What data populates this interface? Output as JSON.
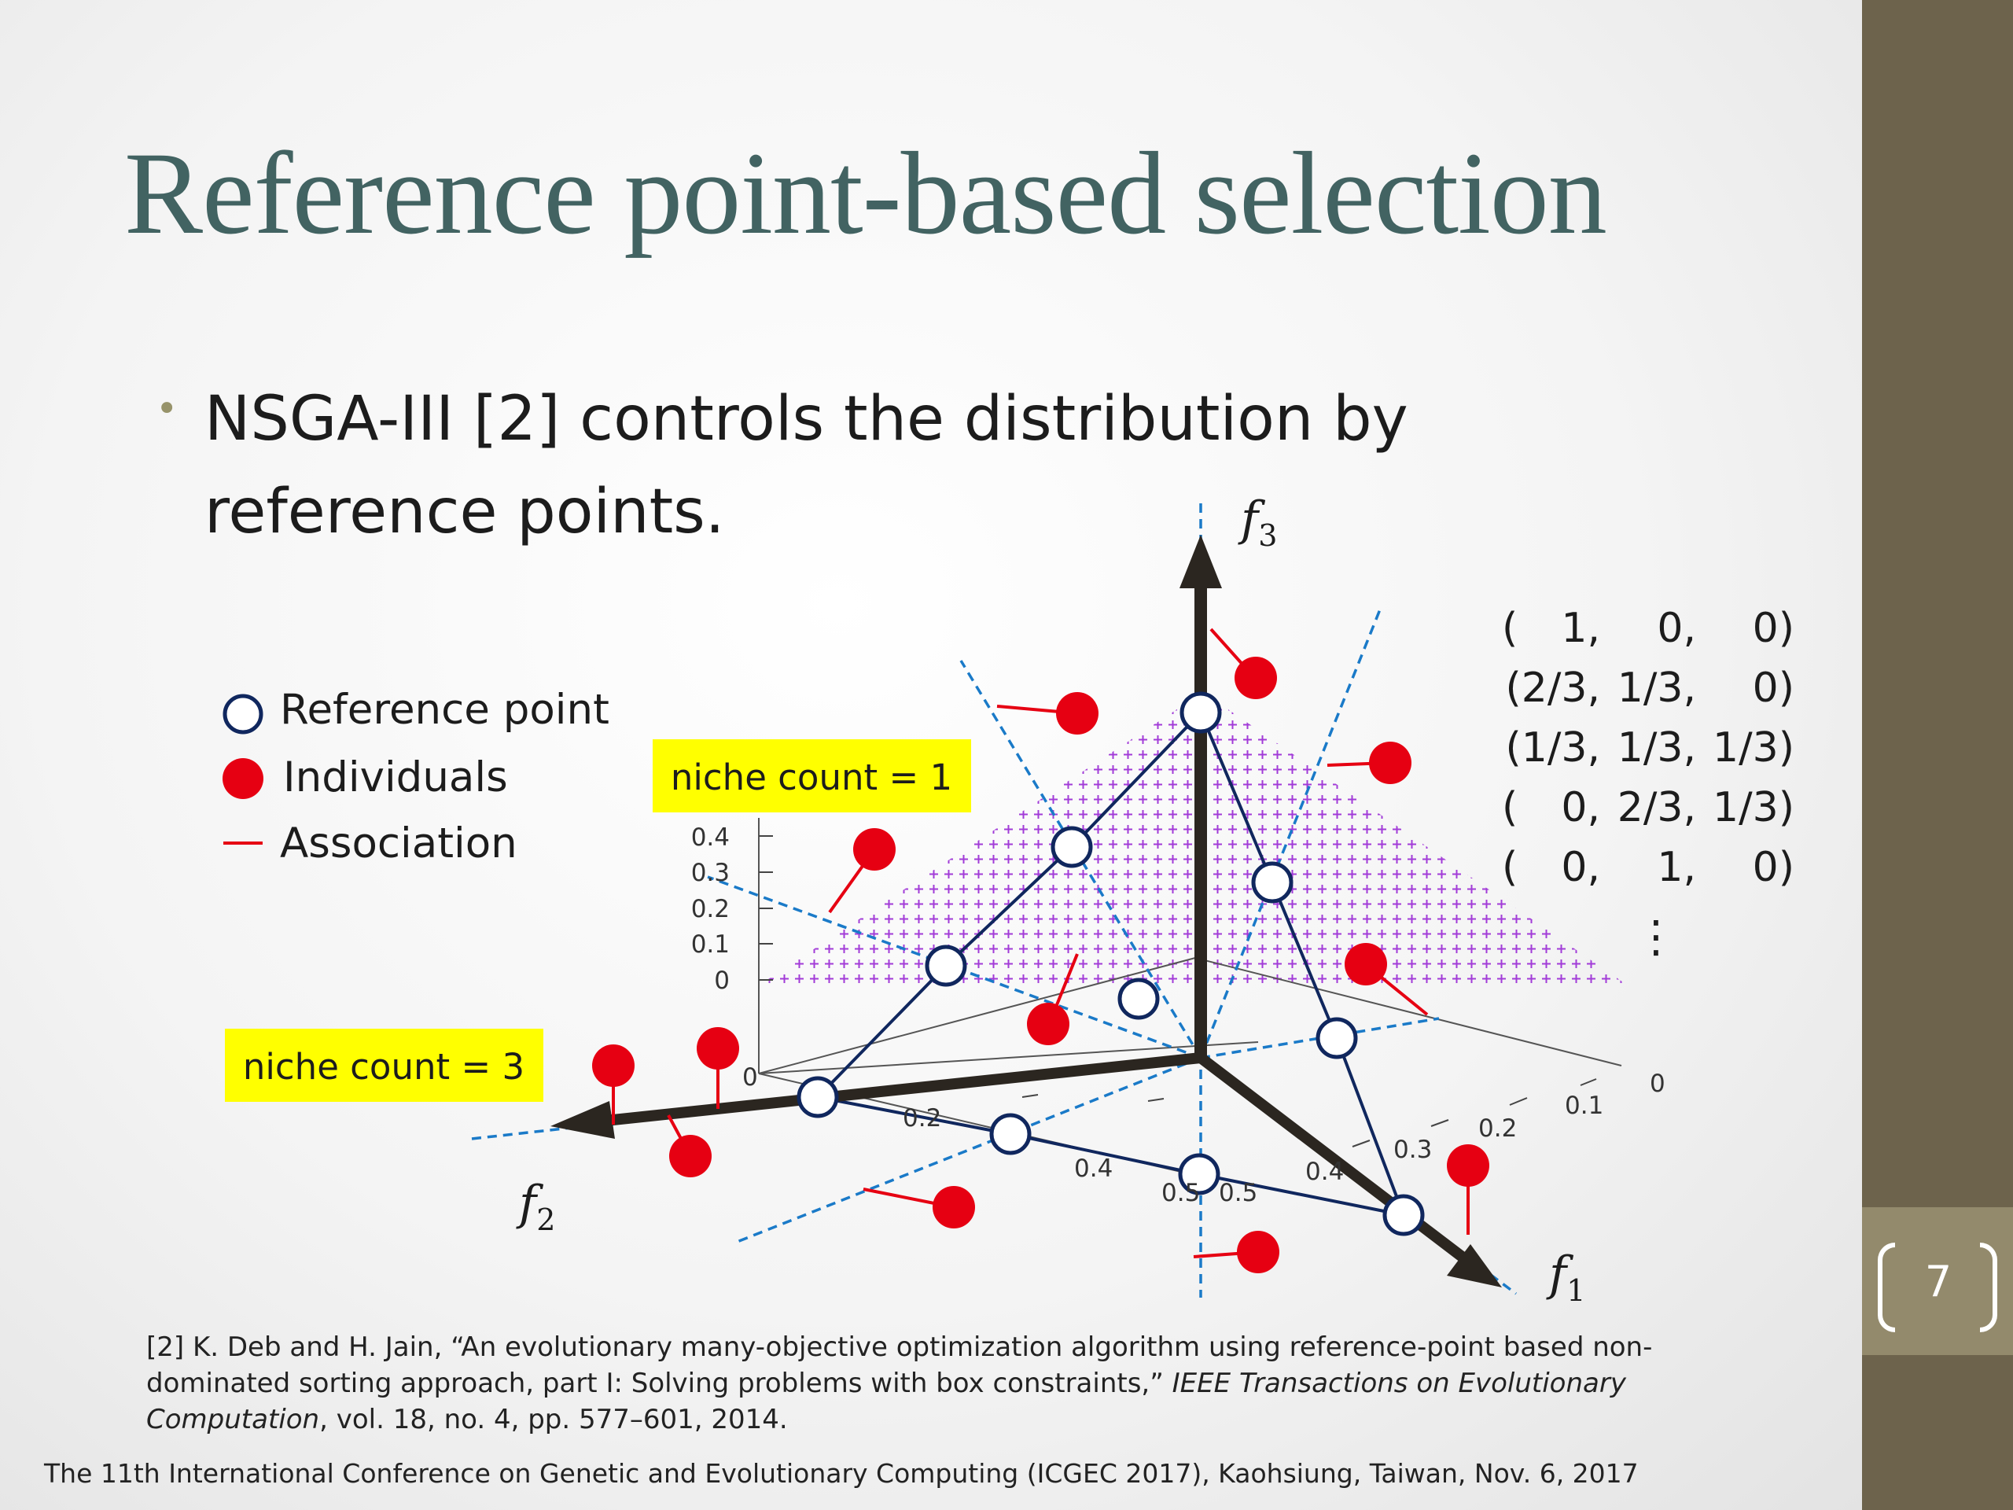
{
  "slide": {
    "title": "Reference point-based selection",
    "bullet": "NSGA-III [2] controls the distribution by reference points.",
    "page_number": "7",
    "footer": "The 11th International Conference on Genetic and Evolutionary Computing (ICGEC 2017), Kaohsiung, Taiwan, Nov. 6, 2017"
  },
  "citation": {
    "prefix": "[2] K. Deb and H. Jain, “An evolutionary many-objective optimization algorithm using reference-point based non-dominated sorting approach, part I: Solving problems with box constraints,” ",
    "journal": "IEEE Transactions on Evolutionary Computation",
    "suffix": ", vol. 18, no. 4, pp. 577–601, 2014."
  },
  "figure": {
    "legend": {
      "reference_point": "Reference point",
      "individuals": "Individuals",
      "association": "Association"
    },
    "niche_labels": [
      "niche count = 1",
      "niche count = 3"
    ],
    "axes": {
      "f1": {
        "letter": "f",
        "sub": "1"
      },
      "f2": {
        "letter": "f",
        "sub": "2"
      },
      "f3": {
        "letter": "f",
        "sub": "3"
      }
    },
    "vertical_ticks": [
      "0.4",
      "0.3",
      "0.2",
      "0.1",
      "0"
    ],
    "f1_ticks": [
      "0",
      "0.1",
      "0.2",
      "0.3",
      "0.4",
      "0.5"
    ],
    "f2_ticks": [
      "0",
      "0.2",
      "0.4",
      "0.5"
    ],
    "coordinates": [
      {
        "a": "1,",
        "b": "0,",
        "c": "0)"
      },
      {
        "a": "(2/3,",
        "b": "1/3,",
        "c": "0)"
      },
      {
        "a": "(1/3,",
        "b": "1/3,",
        "c": "1/3)"
      },
      {
        "a": "0,",
        "b": "2/3,",
        "c": "1/3)"
      },
      {
        "a": "0,",
        "b": "1,",
        "c": "0)"
      }
    ],
    "coordinates_more": "⋮",
    "colors": {
      "reference_point_stroke": "#10275e",
      "individual_fill": "#e60012",
      "association_line": "#e60012",
      "dashed_line": "#1a7ac8",
      "plus_grid": "#a23cd8",
      "axis": "#2b2620",
      "niche_box": "#ffff00"
    }
  }
}
